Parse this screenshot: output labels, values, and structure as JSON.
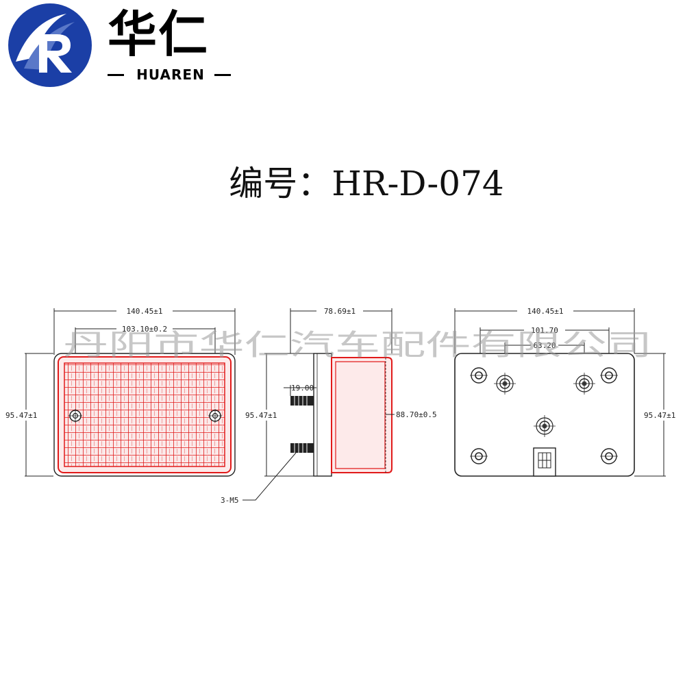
{
  "header": {
    "brand_name": "华仁",
    "brand_sub": "HUAREN",
    "logo_letter": "R",
    "model_title": "编号：HR-D-074"
  },
  "watermark": "丹阳市华仁汽车配件有限公司",
  "front_view": {
    "width_label": "140.45±1",
    "hole_spacing_label": "103.10±0.2",
    "height_label": "95.47±1"
  },
  "side_view": {
    "depth_label": "78.69±1",
    "height_label": "95.47±1",
    "stud_length_label": "19.00",
    "lens_height_label": "88.70±0.5",
    "screw_callout": "3-M5"
  },
  "back_view": {
    "width_label": "140.45±1",
    "outer_spacing_label": "101.70",
    "inner_spacing_label": "63.20",
    "height_label": "95.47±1"
  },
  "colors": {
    "logo_blue": "#1b3fa6",
    "logo_light": "#5a78c8",
    "lens_red": "#e11a1a",
    "line": "#222222"
  }
}
